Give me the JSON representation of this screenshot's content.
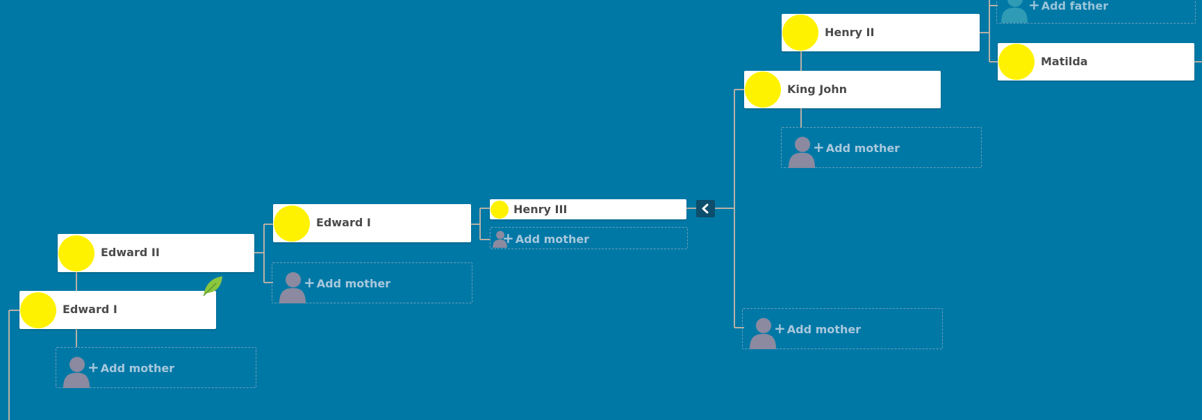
{
  "tree": {
    "people": [
      {
        "id": "edward-i-root",
        "name": "Edward I"
      },
      {
        "id": "edward-ii",
        "name": "Edward II"
      },
      {
        "id": "edward-i",
        "name": "Edward I"
      },
      {
        "id": "henry-iii",
        "name": "Henry III"
      },
      {
        "id": "king-john",
        "name": "King John"
      },
      {
        "id": "henry-ii",
        "name": "Henry II"
      },
      {
        "id": "matilda",
        "name": "Matilda"
      }
    ],
    "add_mother_label": "Add mother",
    "add_father_label": "Add father",
    "plus": "+"
  },
  "colors": {
    "background": "#0078a6",
    "avatar": "#fff200",
    "placeholder": "#a8c8dc",
    "silhouette": "#8b8aa0",
    "leaf": "#8cc63f"
  },
  "icons": {
    "collapse": "chevron-left-icon",
    "silhouette": "person-silhouette-icon",
    "leaf": "leaf-icon"
  }
}
